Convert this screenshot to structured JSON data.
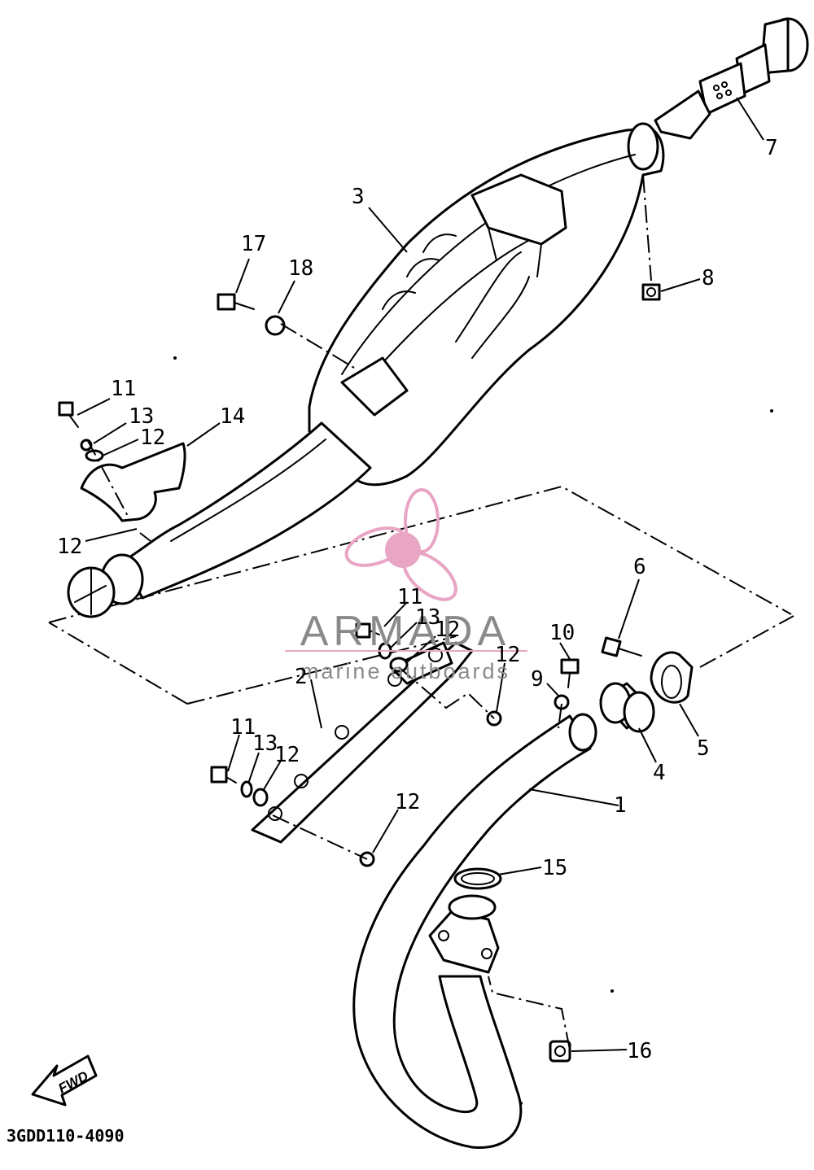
{
  "diagram": {
    "code": "3GDD110-4090",
    "fwd_label": "FWD",
    "callouts": {
      "c1": "1",
      "c2": "2",
      "c3": "3",
      "c4": "4",
      "c5": "5",
      "c6": "6",
      "c7": "7",
      "c8": "8",
      "c9": "9",
      "c10": "10",
      "c11a": "11",
      "c11b": "11",
      "c11c": "11",
      "c12a": "12",
      "c12b": "12",
      "c12c": "12",
      "c12d": "12",
      "c12e": "12",
      "c12f": "12",
      "c13a": "13",
      "c13b": "13",
      "c13c": "13",
      "c14": "14",
      "c15": "15",
      "c16": "16",
      "c17": "17",
      "c18": "18"
    }
  },
  "watermark": {
    "name": "ARMADA",
    "tagline": "marine outboards",
    "colors": {
      "logo": "#e9a5c4",
      "text": "#8a8a8a"
    }
  }
}
